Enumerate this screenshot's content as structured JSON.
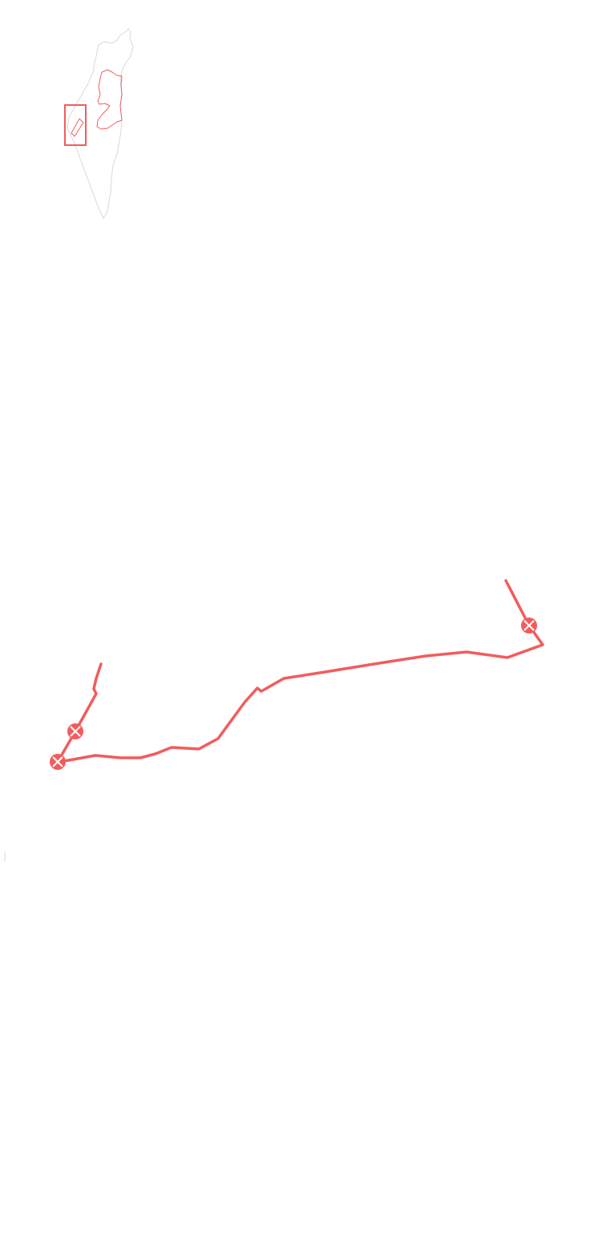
{
  "map": {
    "style": {
      "accent_color": "#f25c5c",
      "outline_color": "#d9d9d9",
      "background_color": "#ffffff"
    },
    "locator": {
      "highlight_box": true,
      "icon": "locator-region-outline"
    },
    "route": {
      "icon": "route-line",
      "marker_icon": "crossed-circle-marker-icon",
      "marker_count": 3
    }
  }
}
